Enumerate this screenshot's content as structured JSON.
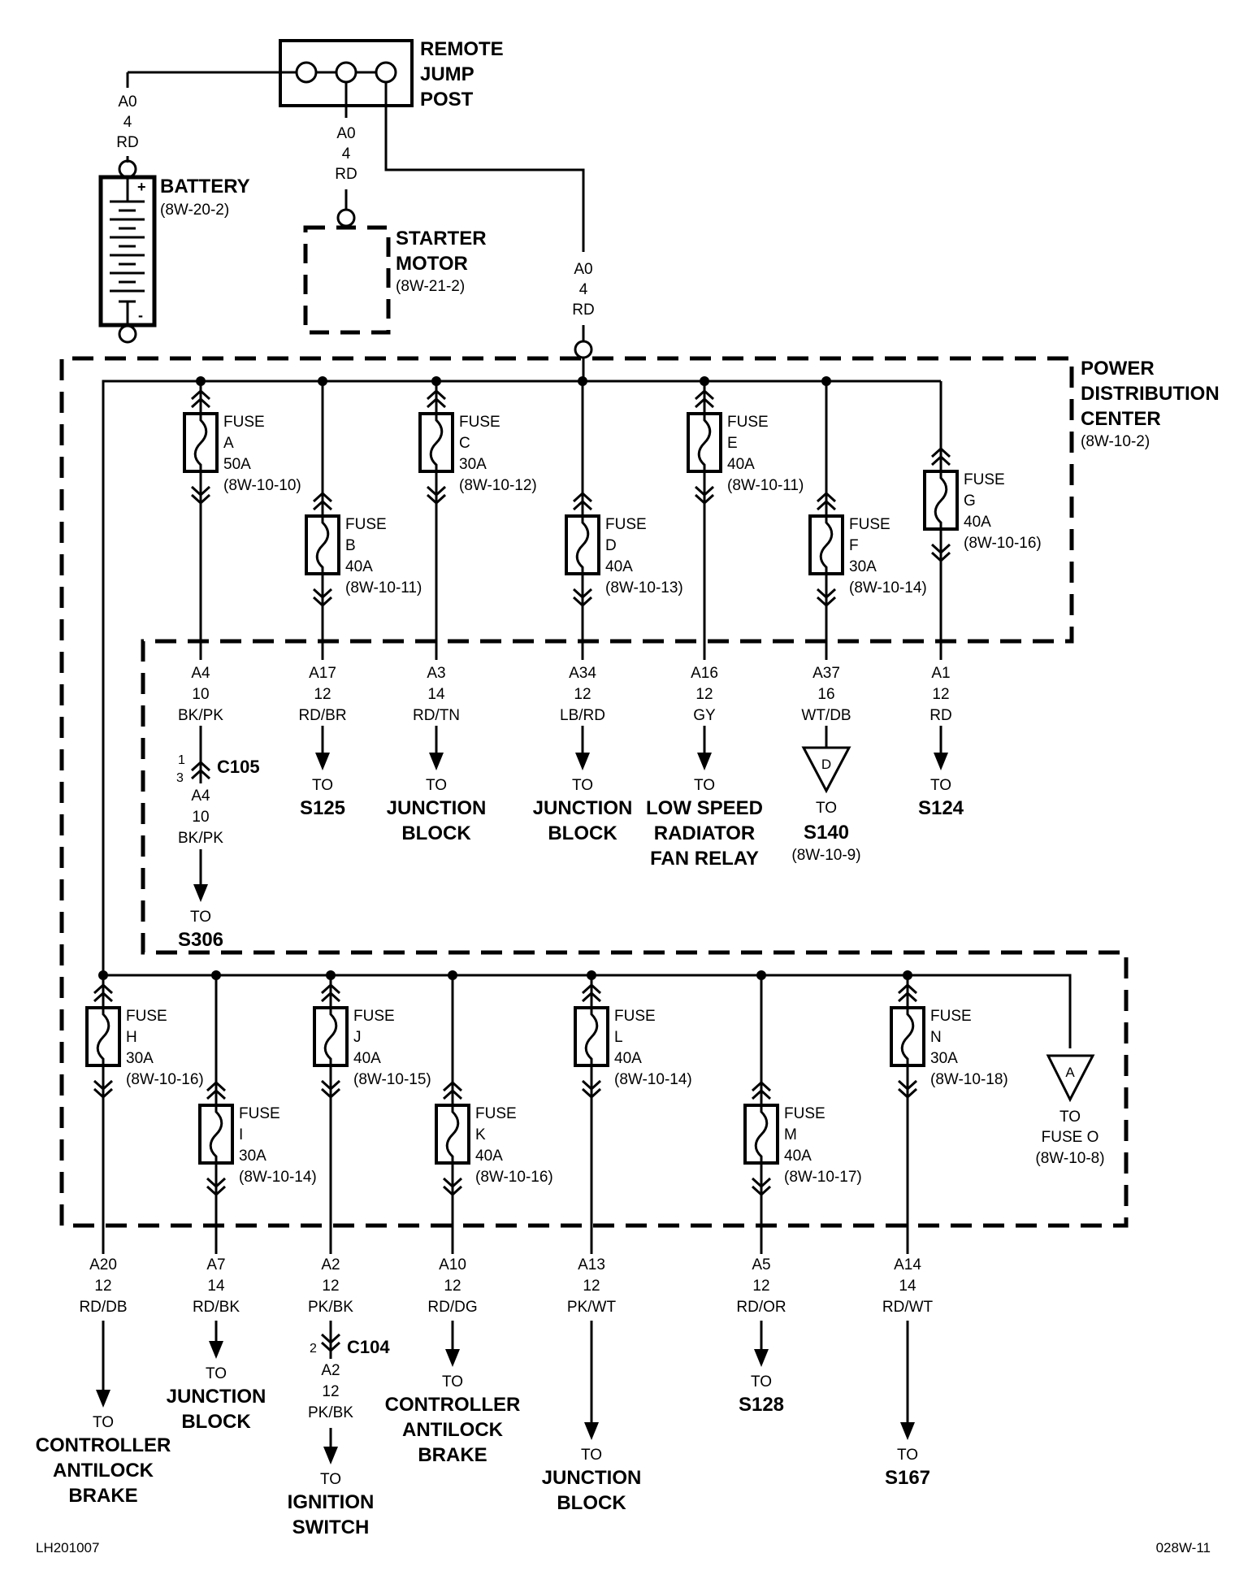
{
  "remote_jump_post": {
    "lines": [
      "REMOTE",
      "JUMP",
      "POST"
    ]
  },
  "battery": {
    "name": "BATTERY",
    "ref": "(8W-20-2)",
    "plus": "+",
    "minus": "-",
    "wire": [
      "A0",
      "4",
      "RD"
    ]
  },
  "starter_motor": {
    "lines": [
      "STARTER",
      "MOTOR"
    ],
    "ref": "(8W-21-2)",
    "wire": [
      "A0",
      "4",
      "RD"
    ]
  },
  "pdc_feed_wire": [
    "A0",
    "4",
    "RD"
  ],
  "pdc": {
    "lines": [
      "POWER",
      "DISTRIBUTION",
      "CENTER"
    ],
    "ref": "(8W-10-2)"
  },
  "upper_fuses": [
    {
      "fuse": "A",
      "amps": "50A",
      "ref": "(8W-10-10)",
      "wire": [
        "A4",
        "10",
        "BK/PK"
      ],
      "connector": {
        "name": "C105",
        "pins": [
          "1",
          "3"
        ],
        "wire2": [
          "A4",
          "10",
          "BK/PK"
        ]
      },
      "to": [
        "S306"
      ],
      "to_label": "TO"
    },
    {
      "fuse": "B",
      "amps": "40A",
      "ref": "(8W-10-11)",
      "wire": [
        "A17",
        "12",
        "RD/BR"
      ],
      "to": [
        "S125"
      ],
      "to_label": "TO"
    },
    {
      "fuse": "C",
      "amps": "30A",
      "ref": "(8W-10-12)",
      "wire": [
        "A3",
        "14",
        "RD/TN"
      ],
      "to": [
        "JUNCTION",
        "BLOCK"
      ],
      "to_label": "TO"
    },
    {
      "fuse": "D",
      "amps": "40A",
      "ref": "(8W-10-13)",
      "wire": [
        "A34",
        "12",
        "LB/RD"
      ],
      "to": [
        "JUNCTION",
        "BLOCK"
      ],
      "to_label": "TO"
    },
    {
      "fuse": "E",
      "amps": "40A",
      "ref": "(8W-10-11)",
      "wire": [
        "A16",
        "12",
        "GY"
      ],
      "to": [
        "LOW SPEED",
        "RADIATOR",
        "FAN RELAY"
      ],
      "to_label": "TO"
    },
    {
      "fuse": "F",
      "amps": "30A",
      "ref": "(8W-10-14)",
      "wire": [
        "A37",
        "16",
        "WT/DB"
      ],
      "splice": "D",
      "to": [
        "S140"
      ],
      "to_ref": "(8W-10-9)",
      "to_label": "TO"
    },
    {
      "fuse": "G",
      "amps": "40A",
      "ref": "(8W-10-16)",
      "wire": [
        "A1",
        "12",
        "RD"
      ],
      "to": [
        "S124"
      ],
      "to_label": "TO"
    }
  ],
  "lower_fuses": [
    {
      "fuse": "H",
      "amps": "30A",
      "ref": "(8W-10-16)",
      "wire": [
        "A20",
        "12",
        "RD/DB"
      ],
      "to": [
        "CONTROLLER",
        "ANTILOCK",
        "BRAKE"
      ],
      "to_label": "TO"
    },
    {
      "fuse": "I",
      "amps": "30A",
      "ref": "(8W-10-14)",
      "wire": [
        "A7",
        "14",
        "RD/BK"
      ],
      "to": [
        "JUNCTION",
        "BLOCK"
      ],
      "to_label": "TO"
    },
    {
      "fuse": "J",
      "amps": "40A",
      "ref": "(8W-10-15)",
      "wire": [
        "A2",
        "12",
        "PK/BK"
      ],
      "connector": {
        "name": "C104",
        "pins": [
          "2"
        ],
        "wire2": [
          "A2",
          "12",
          "PK/BK"
        ]
      },
      "to": [
        "IGNITION",
        "SWITCH"
      ],
      "to_label": "TO"
    },
    {
      "fuse": "K",
      "amps": "40A",
      "ref": "(8W-10-16)",
      "wire": [
        "A10",
        "12",
        "RD/DG"
      ],
      "to": [
        "CONTROLLER",
        "ANTILOCK",
        "BRAKE"
      ],
      "to_label": "TO"
    },
    {
      "fuse": "L",
      "amps": "40A",
      "ref": "(8W-10-14)",
      "wire": [
        "A13",
        "12",
        "PK/WT"
      ],
      "to": [
        "JUNCTION",
        "BLOCK"
      ],
      "to_label": "TO"
    },
    {
      "fuse": "M",
      "amps": "40A",
      "ref": "(8W-10-17)",
      "wire": [
        "A5",
        "12",
        "RD/OR"
      ],
      "to": [
        "S128"
      ],
      "to_label": "TO"
    },
    {
      "fuse": "N",
      "amps": "30A",
      "ref": "(8W-10-18)",
      "wire": [
        "A14",
        "14",
        "RD/WT"
      ],
      "to": [
        "S167"
      ],
      "to_label": "TO"
    }
  ],
  "fuse_word": "FUSE",
  "offpage": {
    "letter": "A",
    "to_label": "TO",
    "lines": [
      "FUSE O"
    ],
    "ref": "(8W-10-8)"
  },
  "footer": {
    "left": "LH201007",
    "right": "028W-11"
  }
}
